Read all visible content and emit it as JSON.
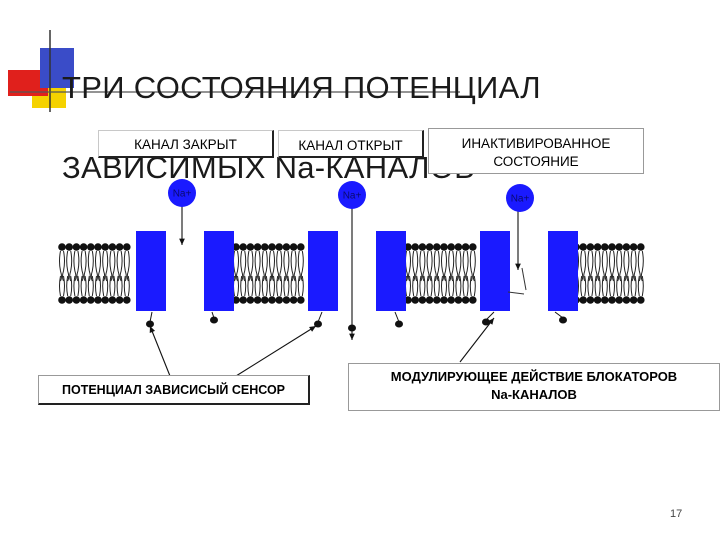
{
  "title": {
    "line1": "ТРИ СОСТОЯНИЯ ПОТЕНЦИАЛ",
    "line2": "ЗАВИСИМЫХ Na-КАНАЛОВ"
  },
  "states": [
    {
      "label": "КАНАЛ ЗАКРЫТ",
      "ion_label": "Na+"
    },
    {
      "label": "КАНАЛ ОТКРЫТ",
      "ion_label": "Na+"
    },
    {
      "label": "ИНАКТИВИРОВАННОЕ\nСОСТОЯНИЕ",
      "ion_label": "Na+"
    }
  ],
  "sensor_label": "ПОТЕНЦИАЛ ЗАВИСИСЫЙ СЕНСОР",
  "blocker_label": "МОДУЛИРУЮЩЕЕ ДЕЙСТВИЕ БЛОКАТОРОВ\nNa-КАНАЛОВ",
  "page_number": "17",
  "colors": {
    "channel": "#1a1aff",
    "ion": "#1a1aff",
    "lipid_head": "#111111",
    "deco_blue": "#3a4cc8",
    "deco_red": "#e0201c",
    "deco_yellow": "#f5d200"
  }
}
